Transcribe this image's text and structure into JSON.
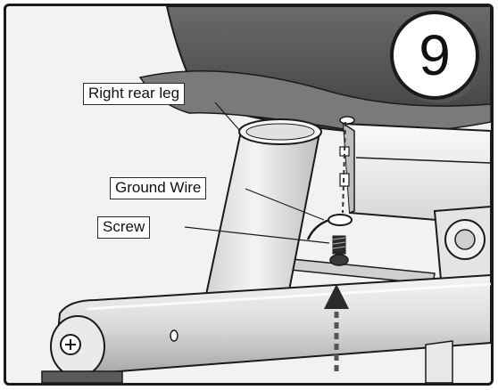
{
  "step": {
    "number": "9"
  },
  "labels": {
    "right_rear_leg": "Right rear leg",
    "ground_wire": "Ground Wire",
    "screw": "Screw"
  },
  "colors": {
    "frame_border": "#1a1a1a",
    "background": "#f2f2f2",
    "seat_dark": "#5a5a5a",
    "tube_light": "#e6e6e6",
    "line_dark": "#1a1a1a"
  }
}
